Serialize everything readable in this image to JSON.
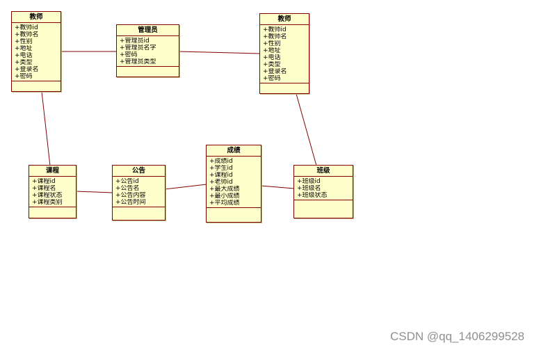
{
  "diagram": {
    "classes": [
      {
        "name": "教师",
        "attributes": [
          "+教师id",
          "+教师名",
          "+性别",
          "+地址",
          "+电话",
          "+类型",
          "+登录名",
          "+密码"
        ]
      },
      {
        "name": "管理员",
        "attributes": [
          "+管理员id",
          "+管理员名字",
          "+密码",
          "+管理员类型"
        ]
      },
      {
        "name": "教师",
        "attributes": [
          "+教师id",
          "+教师名",
          "+性别",
          "+地址",
          "+电话",
          "+类型",
          "+登录名",
          "+密码"
        ]
      },
      {
        "name": "课程",
        "attributes": [
          "+课程id",
          "+课程名",
          "+课程状态",
          "+课程类别"
        ]
      },
      {
        "name": "公告",
        "attributes": [
          "+公告id",
          "+公告名",
          "+公告内容",
          "+公告时间"
        ]
      },
      {
        "name": "成绩",
        "attributes": [
          "+成绩id",
          "+学生id",
          "+课程id",
          "+老师id",
          "+最大成绩",
          "+最小成绩",
          "+平均成绩"
        ]
      },
      {
        "name": "班级",
        "attributes": [
          "+班级id",
          "+班级名",
          "+班级状态"
        ]
      }
    ]
  },
  "watermark": "CSDN @qq_1406299528",
  "colors": {
    "box_fill": "#ffffcc",
    "box_border": "#800000",
    "connector": "#800000"
  }
}
